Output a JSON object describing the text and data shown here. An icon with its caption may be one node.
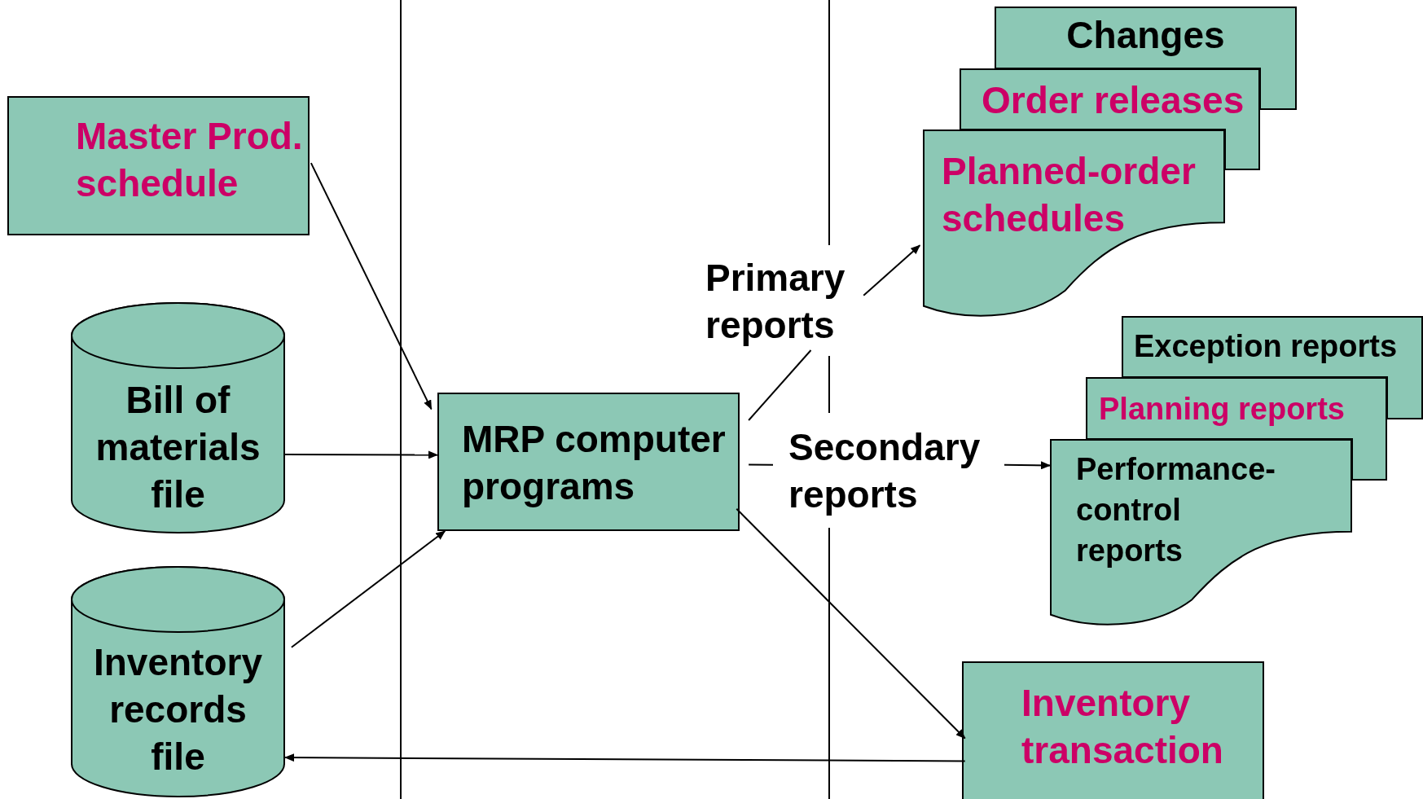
{
  "diagram": {
    "nodes": [
      {
        "text": [
          "Master Prod. schedule"
        ]
      },
      {
        "text": [
          "Bill of materials file"
        ]
      },
      {
        "text": [
          "Inventory records file"
        ]
      },
      {
        "text": [
          "MRP computer programs"
        ]
      },
      {
        "text": [
          "Primary reports"
        ]
      },
      {
        "text": [
          "Secondary reports"
        ]
      },
      {
        "text": [
          "Changes"
        ]
      },
      {
        "text": [
          "Order releases"
        ]
      },
      {
        "text": [
          "Planned-order schedules"
        ]
      },
      {
        "text": [
          "Exception reports"
        ]
      },
      {
        "text": [
          "Planning reports"
        ]
      },
      {
        "text": [
          "Performance-control reports"
        ]
      },
      {
        "text": [
          "Inventory transaction"
        ]
      }
    ],
    "edges": [
      {
        "from": 0,
        "to": 3,
        "arrow": "to"
      },
      {
        "from": 1,
        "to": 3,
        "arrow": "to"
      },
      {
        "from": 2,
        "to": 3,
        "arrow": "to"
      },
      {
        "from": 3,
        "to": 4,
        "arrow": "none"
      },
      {
        "from": 4,
        "to": 8,
        "arrow": "to"
      },
      {
        "from": 3,
        "to": 5,
        "arrow": "none"
      },
      {
        "from": 5,
        "to": 11,
        "arrow": "to"
      },
      {
        "from": 3,
        "to": 12,
        "arrow": "to"
      },
      {
        "from": 12,
        "to": 2,
        "arrow": "to"
      }
    ]
  }
}
